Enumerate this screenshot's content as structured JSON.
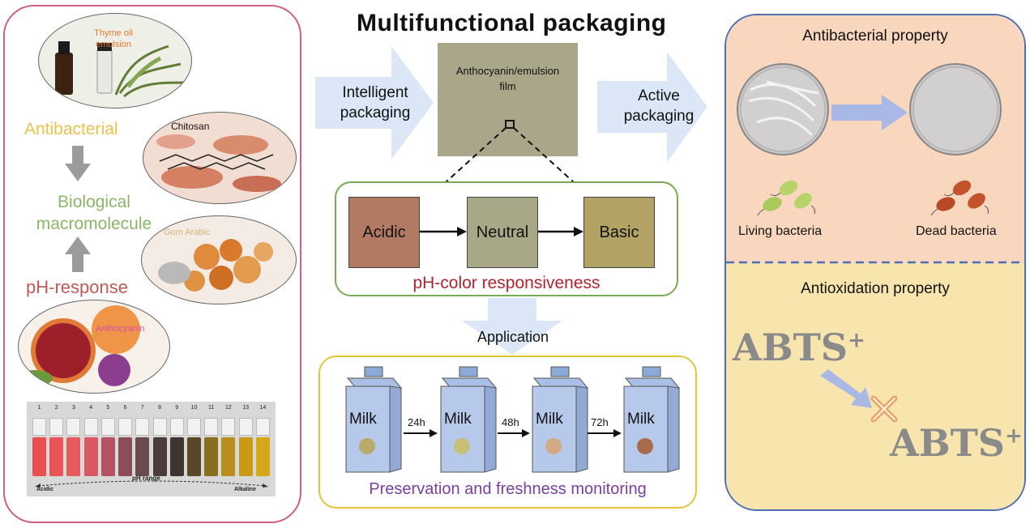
{
  "title": "Multifunctional packaging",
  "left": {
    "antibacterial": "Antibacterial",
    "biological": "Biological",
    "macromolecule": "macromolecule",
    "ph_response": "pH-response",
    "thyme_line1": "Thyme oil",
    "thyme_line2": "emulsion",
    "chitosan": "Chitosan",
    "gum_arabic": "Gum Arabic",
    "anthocyanin": "Anthocyanin",
    "ph_range": "pH range",
    "acidic_end": "Acidic",
    "alkaline_end": "Alkaline",
    "tube_numbers": [
      "1",
      "2",
      "3",
      "4",
      "5",
      "6",
      "7",
      "8",
      "9",
      "10",
      "11",
      "12",
      "13",
      "14"
    ],
    "tube_colors": [
      "#e94e50",
      "#ea5358",
      "#e75b60",
      "#d85863",
      "#b55363",
      "#8c4d5a",
      "#6b4a4d",
      "#4b3c3b",
      "#3e3530",
      "#5a4728",
      "#8a6e20",
      "#b88e1c",
      "#c89a16",
      "#d4a818"
    ]
  },
  "center": {
    "intelligent_line1": "Intelligent",
    "intelligent_line2": "packaging",
    "active_line1": "Active",
    "active_line2": "packaging",
    "film_line1": "Anthocyanin/emulsion",
    "film_line2": "film",
    "acidic": "Acidic",
    "neutral": "Neutral",
    "basic": "Basic",
    "ph_caption": "pH-color responsiveness",
    "application": "Application",
    "milk": "Milk",
    "hours": [
      "24h",
      "48h",
      "72h"
    ],
    "app_caption": "Preservation and freshness monitoring"
  },
  "right": {
    "antibacterial_title": "Antibacterial property",
    "living": "Living bacteria",
    "dead": "Dead bacteria",
    "antioxidation_title": "Antioxidation property",
    "abts": "ABTS",
    "abts_sup": "+"
  },
  "colors": {
    "acidic": "#b27a63",
    "neutral": "#a8a788",
    "basic": "#b2a263",
    "film": "#a9a68a",
    "milk_dots": [
      "#b8ab6a",
      "#c9bf74",
      "#d3a985",
      "#a86c4d"
    ]
  }
}
